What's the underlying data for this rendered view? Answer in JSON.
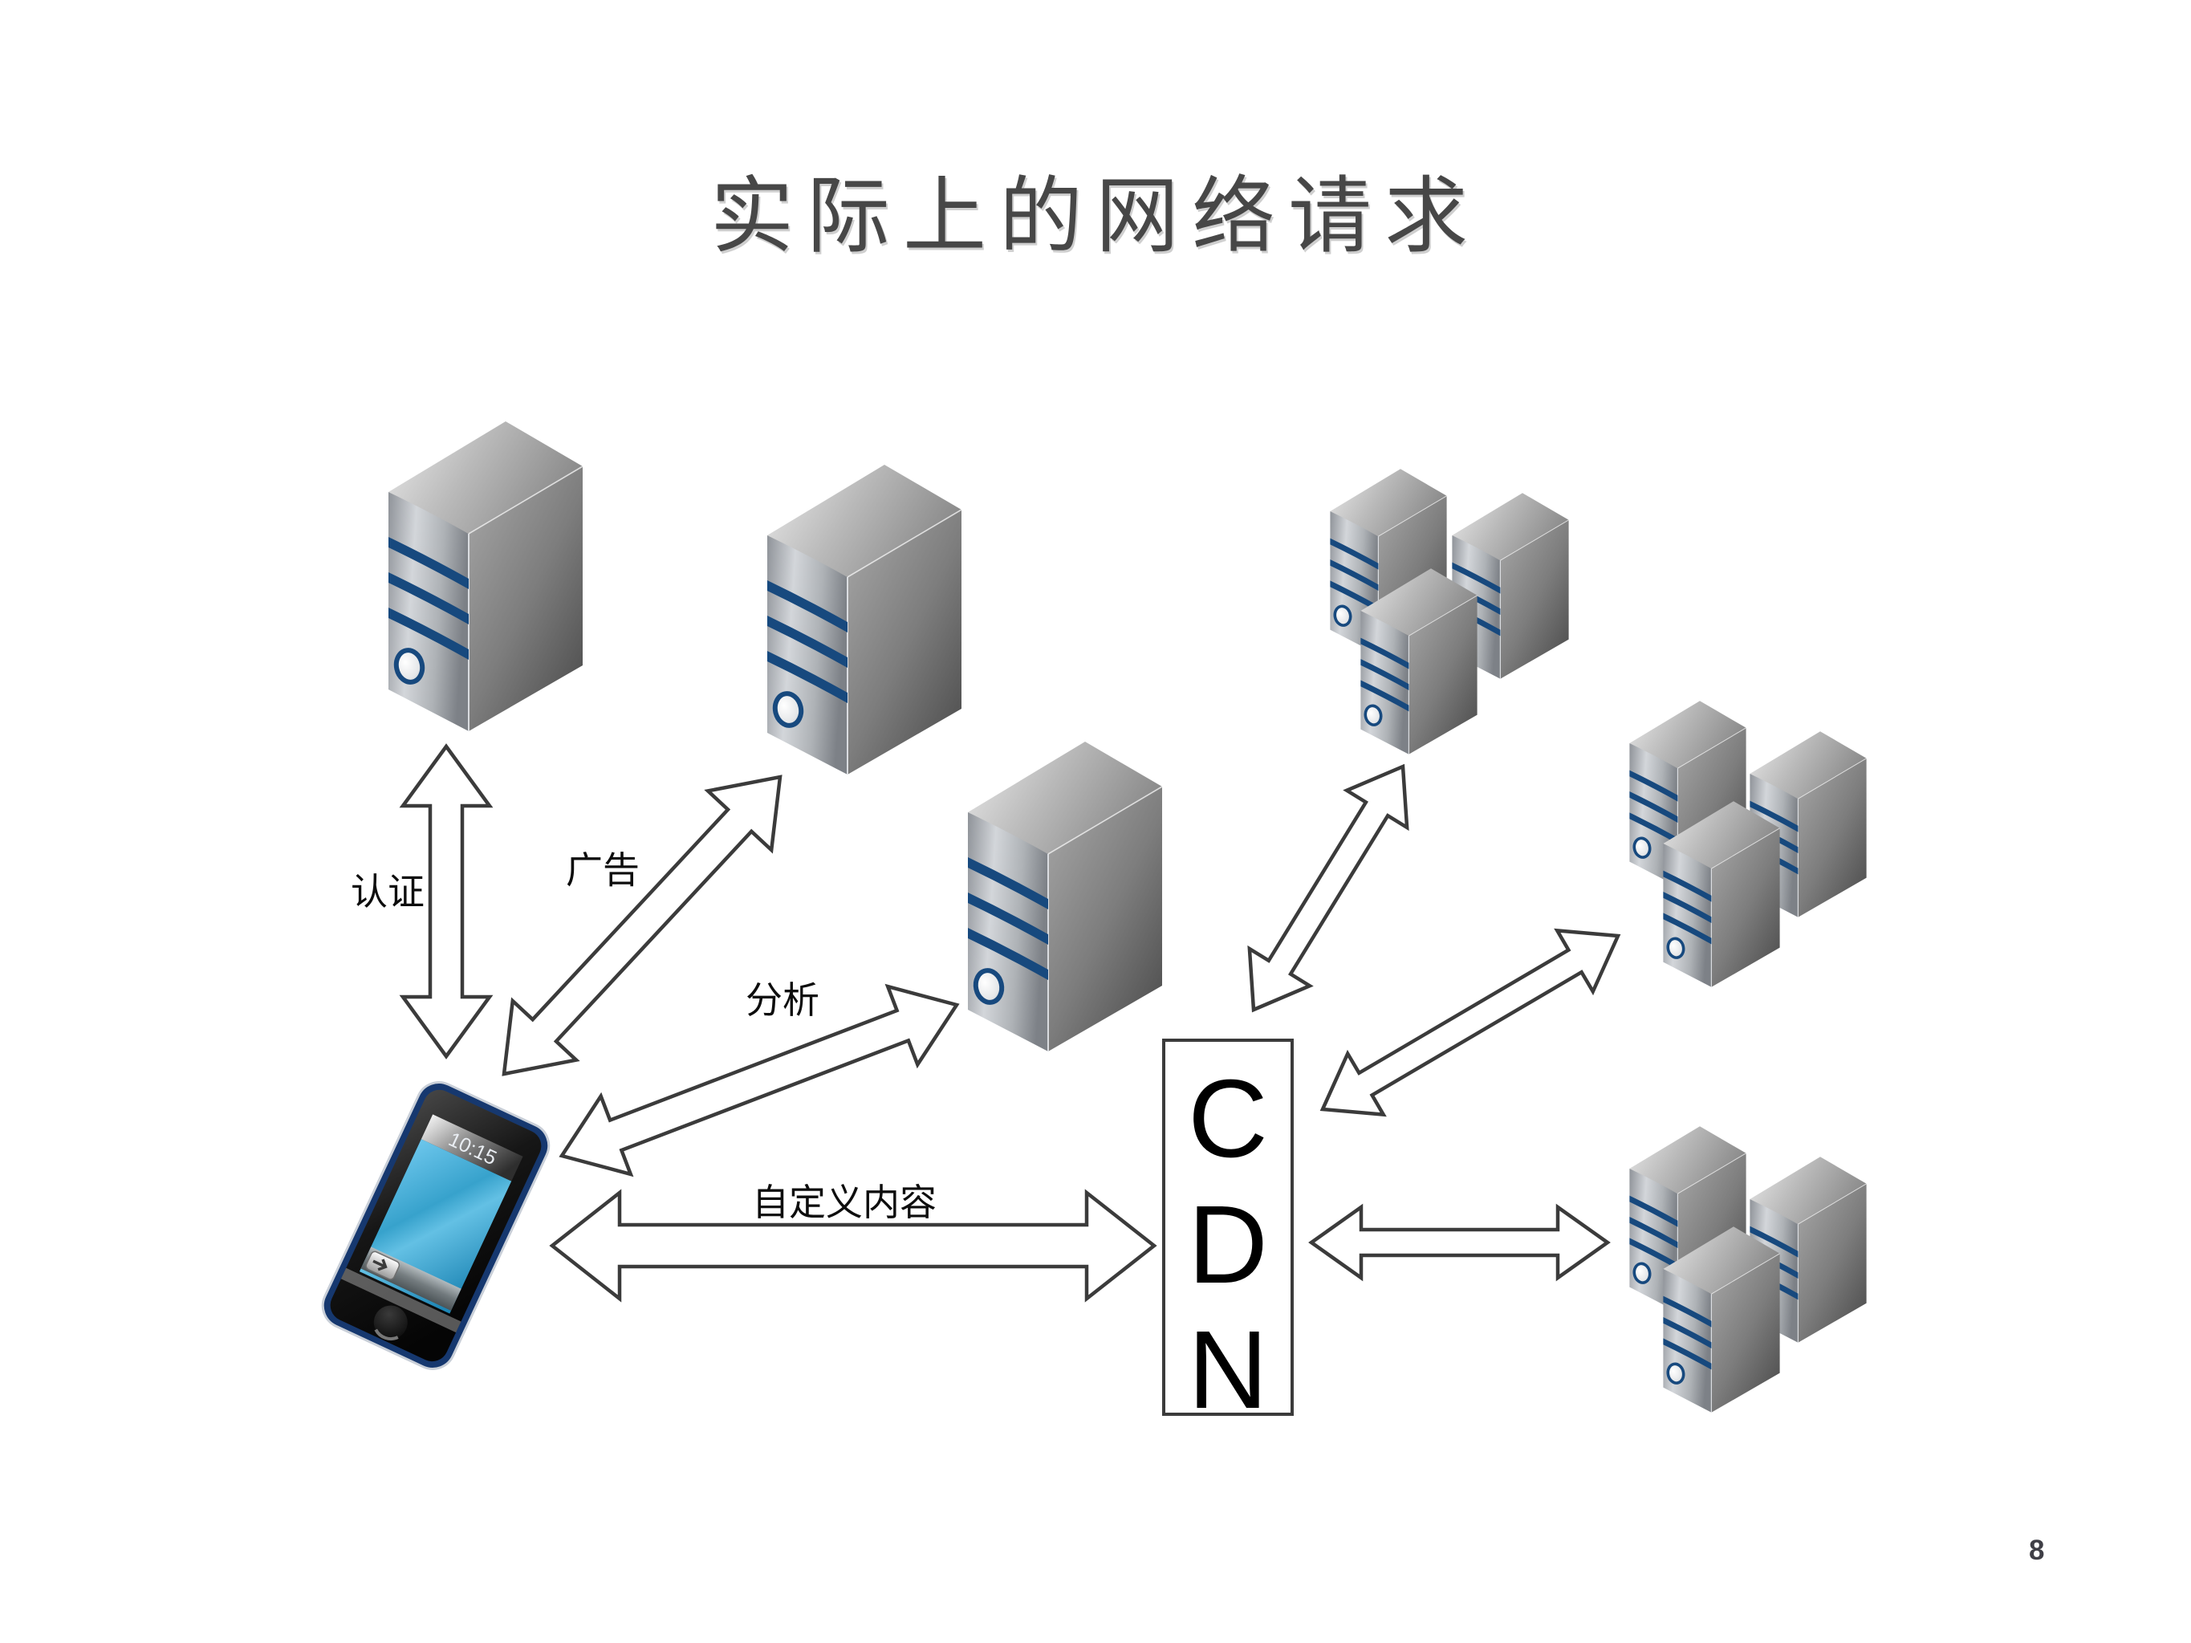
{
  "slide": {
    "title": "实际上的网络请求",
    "page_number": "8"
  },
  "diagram": {
    "arrow_labels": {
      "auth": "认证",
      "ads": "广告",
      "analytics": "分析",
      "custom_content": "自定义内容"
    },
    "cdn": {
      "label": "CDN",
      "letters": [
        "C",
        "D",
        "N"
      ]
    },
    "phone": {
      "status_time": "10:15"
    },
    "icons": {
      "server": "server-tower-icon",
      "server_cluster": "server-cluster-icon",
      "phone": "smartphone-icon"
    },
    "colors": {
      "stripe_navy": "#17497E",
      "arrow_outline": "#3B3B3B",
      "title_gray": "#474747",
      "phone_frame_navy": "#16386F",
      "background": "#FFFFFF"
    }
  }
}
